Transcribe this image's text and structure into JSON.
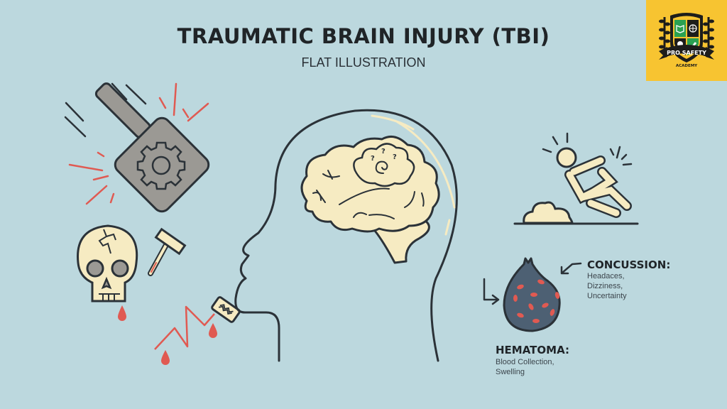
{
  "header": {
    "title": "TRAUMATIC BRAIN INJURY (TBI)",
    "subtitle": "FLAT ILLUSTRATION"
  },
  "logo": {
    "name": "PRO SAFETY",
    "tagline": "ACADEMY",
    "background": "#f7c431",
    "quadrants": [
      "book-icon",
      "globe-icon",
      "lightbulb-icon",
      "pencil-icon"
    ]
  },
  "callouts": {
    "concussion": {
      "heading": "CONCUSSION:",
      "lines": [
        "Headaces,",
        "Dizziness,",
        "Uncertainty"
      ]
    },
    "hematoma": {
      "heading": "HEMATOMA:",
      "lines": [
        "Blood Collection,",
        "Swelling"
      ]
    }
  },
  "illustrations": [
    "swinging-hammer-with-gear-icon",
    "cracked-skull-icon",
    "small-hammer-icon",
    "razor-blade-icon",
    "blood-drops-icon",
    "head-profile-with-brain-icon",
    "falling-person-icon",
    "hematoma-blob-icon"
  ],
  "colors": {
    "background": "#bcd8de",
    "outline": "#2b3238",
    "cream": "#f6ebc2",
    "accent_red": "#e05a52",
    "steel": "#9b9994",
    "hematoma": "#4d6073"
  }
}
